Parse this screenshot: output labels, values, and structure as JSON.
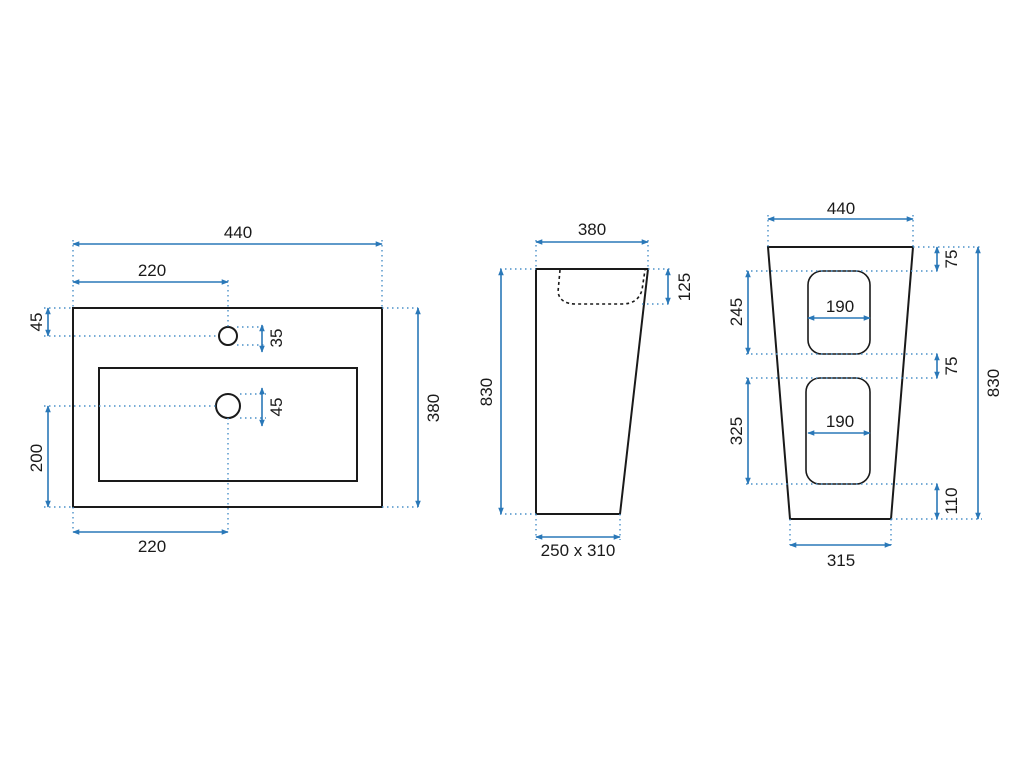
{
  "views": {
    "top": {
      "width": "440",
      "tap_offset": "220",
      "tap_from_edge": "45",
      "tap_hole": "35",
      "drain_hole": "45",
      "drain_from_front": "200",
      "depth": "380",
      "drain_offset": "220"
    },
    "side": {
      "depth": "380",
      "bowl_depth": "125",
      "height": "830",
      "base": "250 x 310"
    },
    "front": {
      "width": "440",
      "top_band": "75",
      "upper_niche_height": "245",
      "upper_niche_width": "190",
      "middle_band": "75",
      "lower_niche_height": "325",
      "lower_niche_width": "190",
      "bottom_band": "110",
      "height": "830",
      "base_width": "315"
    }
  }
}
